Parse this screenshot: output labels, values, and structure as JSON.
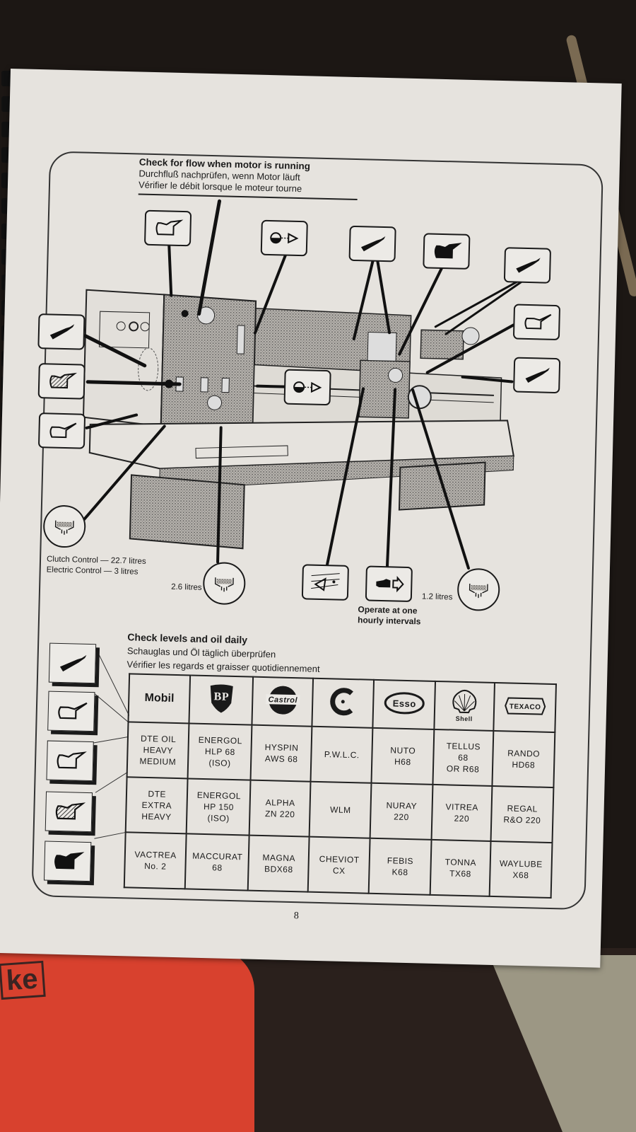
{
  "header": {
    "title_en": "Check for flow when motor is running",
    "title_de": "Durchfluß nachprüfen, wenn Motor läuft",
    "title_fr": "Vérifier le débit lorsque le moteur tourne"
  },
  "diagram": {
    "top_icons": [
      "oil-can-outline-icon",
      "sight-glass-flow-icon",
      "grease-gun-icon",
      "oil-can-filled-icon",
      "grease-gun-icon"
    ],
    "left_icons": [
      "grease-gun-icon",
      "oil-can-hatched-icon",
      "oil-can-spout-icon"
    ],
    "right_icons": [
      "oil-can-spout-icon",
      "grease-gun-icon"
    ],
    "center_icon": "sight-glass-flow-icon",
    "bottom_icons": [
      "sump-drain-icon",
      "sump-drain-icon",
      "pump-gauge-icon",
      "pump-operate-icon",
      "sump-drain-icon"
    ],
    "clutch_control": "Clutch Control — 22.7 litres",
    "electric_control": "Electric Control — 3 litres",
    "sump_left_capacity": "2.6 litres",
    "sump_right_capacity": "1.2 litres",
    "operate_note_line1": "Operate at one",
    "operate_note_line2": "hourly intervals"
  },
  "section2": {
    "title_en": "Check levels and oil daily",
    "title_de": "Schauglas und Öl täglich überprüfen",
    "title_fr": "Vérifier les regards et graisser quotidiennement"
  },
  "oil_table": {
    "brands": [
      "Mobil",
      "BP",
      "Castrol",
      "C",
      "Esso",
      "Shell",
      "TEXACO"
    ],
    "row_icons": [
      "grease-gun-icon",
      "oil-can-spout-icon",
      "oil-can-outline-icon",
      "oil-can-hatched-icon",
      "oil-can-filled-icon"
    ],
    "rows": [
      [
        "DTE OIL\nHEAVY\nMEDIUM",
        "ENERGOL\nHLP 68\n(ISO)",
        "HYSPIN\nAWS 68",
        "P.W.L.C.",
        "NUTO\nH68",
        "TELLUS\n68\nOR R68",
        "RANDO\nHD68"
      ],
      [
        "DTE\nEXTRA\nHEAVY",
        "ENERGOL\nHP 150\n(ISO)",
        "ALPHA\nZN 220",
        "WLM",
        "NURAY\n220",
        "VITREA\n220",
        "REGAL\nR&O 220"
      ],
      [
        "VACTREA\nNo. 2",
        "MACCURAT\n68",
        "MAGNA\nBDX68",
        "CHEVIOT\nCX",
        "FEBIS\nK68",
        "TONNA\nTX68",
        "WAYLUBE\nX68"
      ]
    ]
  },
  "page_number": "8",
  "background": {
    "sticker_text": "ke"
  }
}
